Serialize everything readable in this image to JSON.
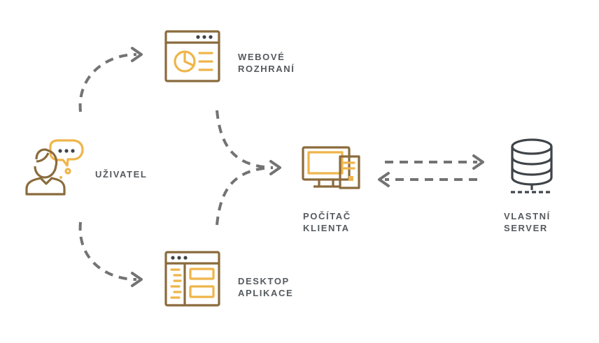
{
  "colors": {
    "accent": "#efb54a",
    "brown": "#8a6b3c",
    "arrow": "#737373",
    "text": "#555a5e",
    "server": "#3f4448"
  },
  "nodes": {
    "user": {
      "icon": "user-icon",
      "label": "UŽIVATEL"
    },
    "web": {
      "icon": "web-interface-icon",
      "label_line1": "WEBOVÉ",
      "label_line2": "ROZHRANÍ"
    },
    "desktop": {
      "icon": "desktop-app-icon",
      "label_line1": "DESKTOP",
      "label_line2": "APLIKACE"
    },
    "client": {
      "icon": "computer-icon",
      "label_line1": "POČÍTAČ",
      "label_line2": "KLIENTA"
    },
    "server": {
      "icon": "database-server-icon",
      "label_line1": "VLASTNÍ",
      "label_line2": "SERVER"
    }
  }
}
